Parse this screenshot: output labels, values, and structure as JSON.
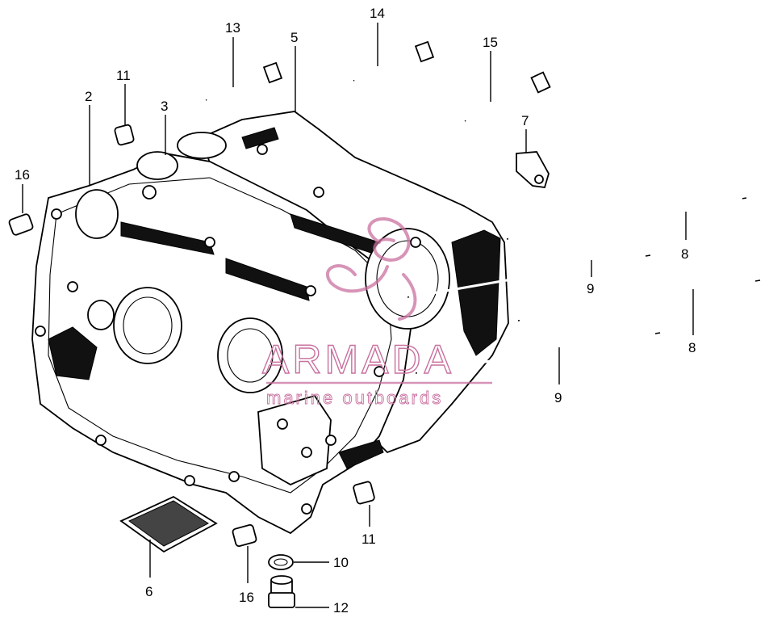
{
  "callouts": [
    {
      "id": "c13",
      "text": "13"
    },
    {
      "id": "c14",
      "text": "14"
    },
    {
      "id": "c5",
      "text": "5"
    },
    {
      "id": "c15",
      "text": "15"
    },
    {
      "id": "c11a",
      "text": "11"
    },
    {
      "id": "c2",
      "text": "2"
    },
    {
      "id": "c3",
      "text": "3"
    },
    {
      "id": "c7",
      "text": "7"
    },
    {
      "id": "c16a",
      "text": "16"
    },
    {
      "id": "c8a",
      "text": "8"
    },
    {
      "id": "c9a",
      "text": "9"
    },
    {
      "id": "c8b",
      "text": "8"
    },
    {
      "id": "c9b",
      "text": "9"
    },
    {
      "id": "c11b",
      "text": "11"
    },
    {
      "id": "c10",
      "text": "10"
    },
    {
      "id": "c6",
      "text": "6"
    },
    {
      "id": "c16b",
      "text": "16"
    },
    {
      "id": "c12",
      "text": "12"
    }
  ],
  "watermark": {
    "name": "ARMADA",
    "tagline": "marine outboards",
    "color": "#c9709f"
  }
}
